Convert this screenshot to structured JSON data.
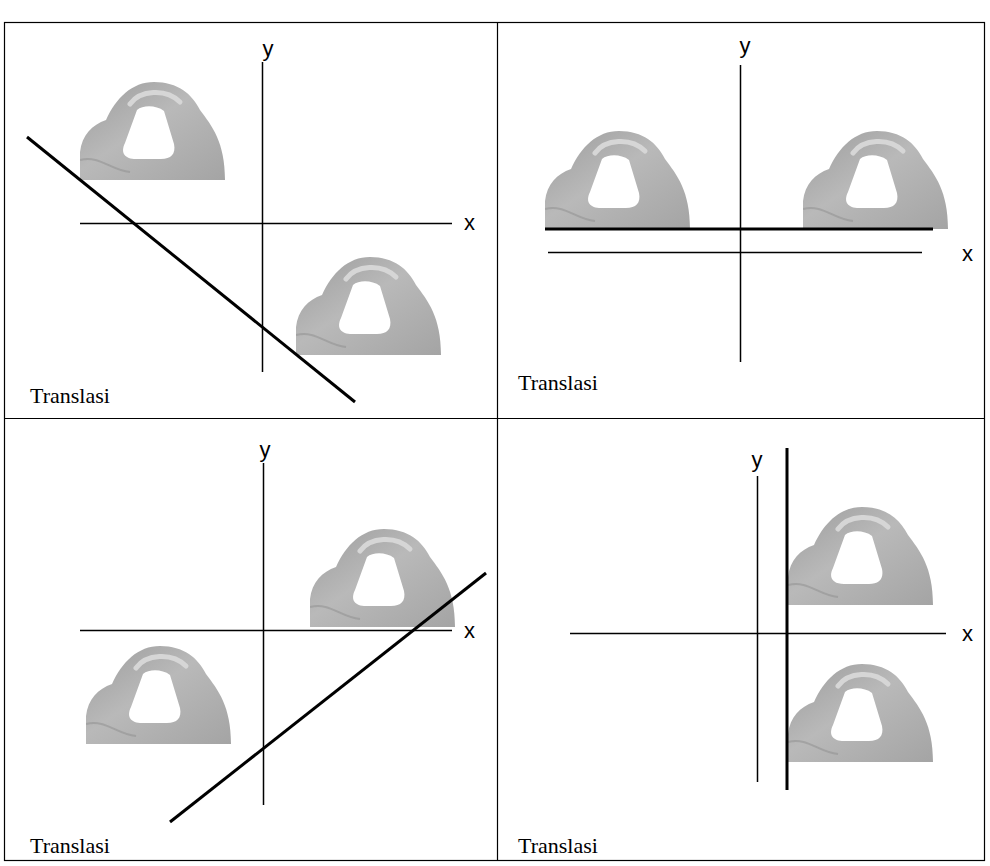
{
  "diagram": {
    "labels": [
      "y",
      "x",
      "Translasi",
      "y",
      "x",
      "Translasi",
      "y",
      "x",
      "Translasi",
      "y",
      "x",
      "Translasi"
    ]
  }
}
